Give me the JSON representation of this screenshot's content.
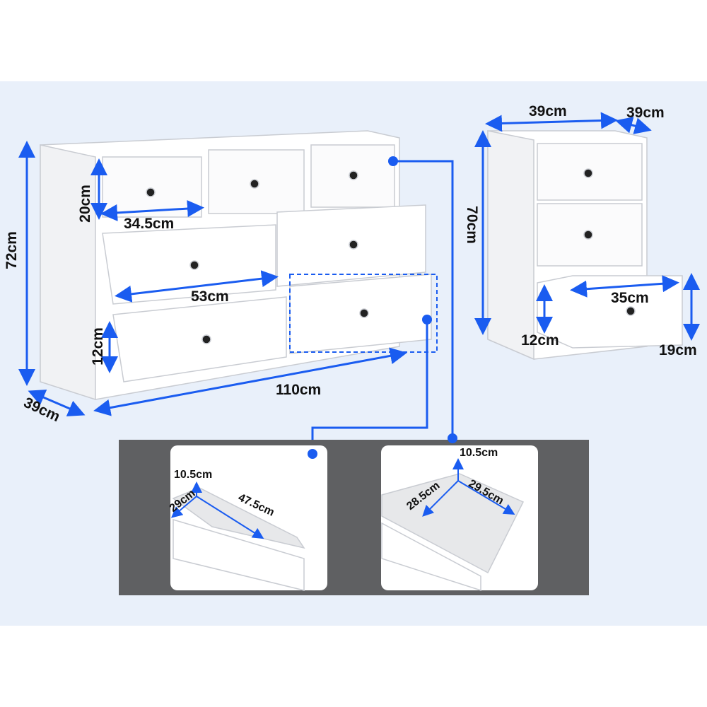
{
  "colors": {
    "accent": "#1a5cf0",
    "panel": "#5f6062",
    "band": "#e9f0fa"
  },
  "dresser": {
    "height": "72cm",
    "depth": "39cm",
    "width": "110cm",
    "top_drawer_height": "20cm",
    "top_drawer_width": "34.5cm",
    "middle_drawer_width": "53cm",
    "bottom_drawer_height": "12cm"
  },
  "nightstand": {
    "width": "39cm",
    "depth": "39cm",
    "height": "70cm",
    "drawer_width": "35cm",
    "drawer_inner_height": "12cm",
    "drawer_front_height": "19cm"
  },
  "detail_large": {
    "height": "10.5cm",
    "depth": "29cm",
    "width": "47.5cm"
  },
  "detail_small": {
    "height": "10.5cm",
    "depth": "28.5cm",
    "width": "29.5cm"
  }
}
